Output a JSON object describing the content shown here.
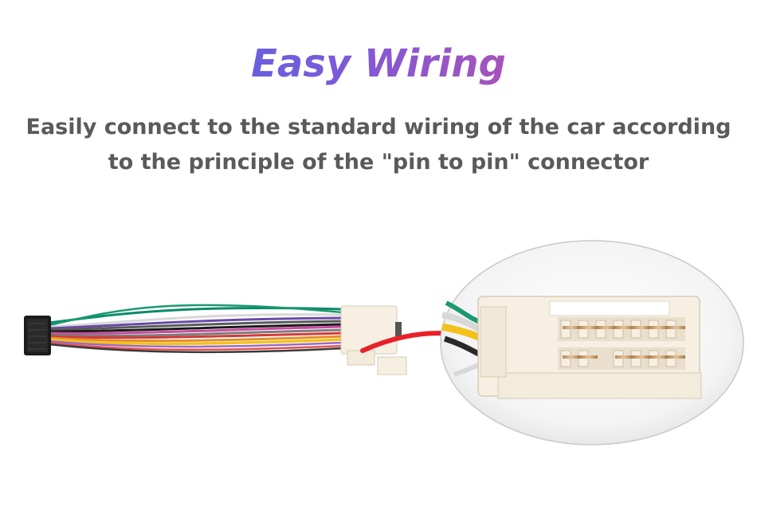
{
  "header": {
    "title": "Easy Wiring",
    "subtitle_line1": "Easily connect to the standard wiring of the car according",
    "subtitle_line2": "to the principle of the \"pin to pin\" connector"
  },
  "colors": {
    "title_gradient_start": "#3d6ef2",
    "title_gradient_end": "#d8508f",
    "subtitle_text": "#5a5a5a",
    "arrow": "#e8202a",
    "connector_body": "#f6efe2"
  },
  "icons": {
    "black_plug": "black-iso-plug-icon",
    "white_plug": "white-car-connector-icon",
    "arrow": "red-curved-arrow-icon",
    "zoom": "magnified-connector-circle"
  }
}
